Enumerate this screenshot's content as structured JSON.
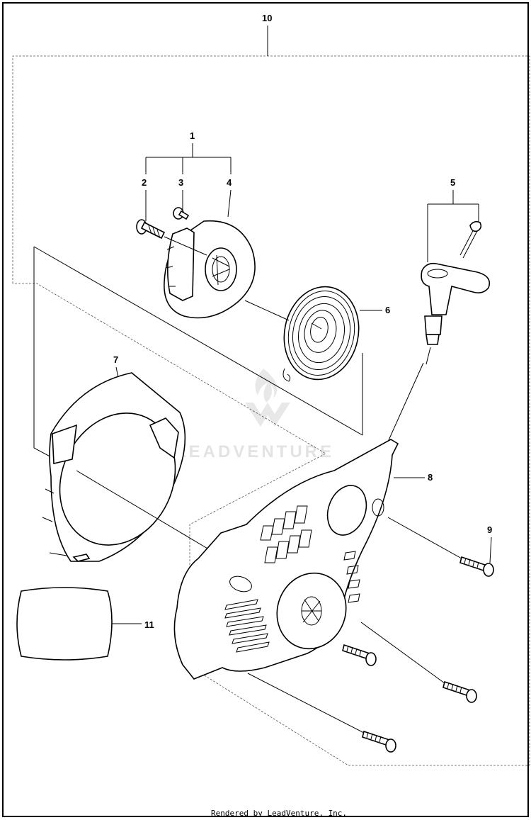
{
  "diagram": {
    "callouts": {
      "c1": "1",
      "c2": "2",
      "c3": "3",
      "c4": "4",
      "c5": "5",
      "c6": "6",
      "c7": "7",
      "c8": "8",
      "c9": "9",
      "c10": "10",
      "c11": "11"
    },
    "watermark": "LEADVENTURE",
    "footer": "Rendered by LeadVenture, Inc."
  },
  "colors": {
    "line": "#000000",
    "background": "#ffffff",
    "watermark": "#e3e3e3"
  }
}
